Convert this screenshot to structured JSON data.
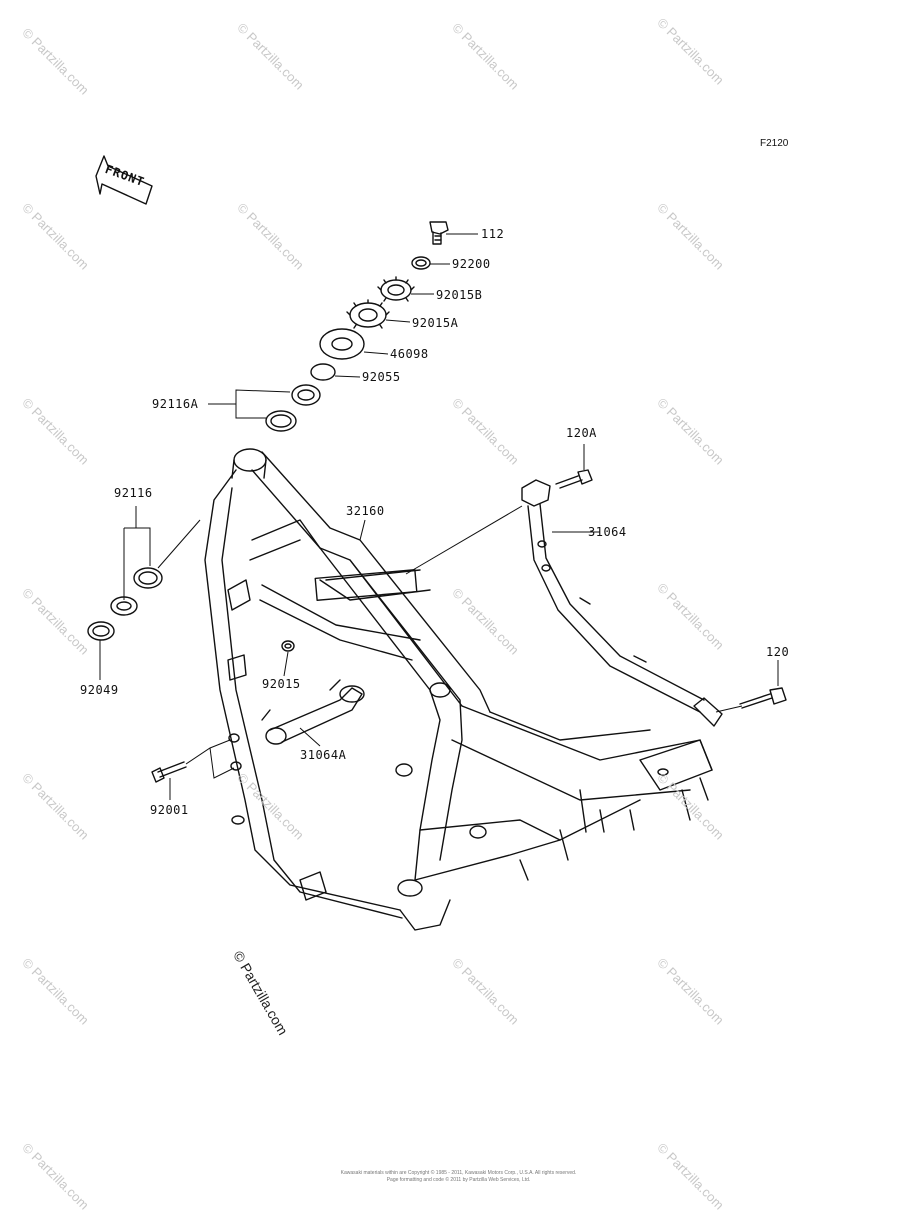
{
  "diagram_code": "F2120",
  "front_label": "FRONT",
  "watermark_text": "© Partzilla.com",
  "main_watermark": "© Partzilla.com",
  "copyright_lines": [
    "Kawasaki materials within are Copyright © 1985 - 2011, Kawasaki Motors Corp., U.S.A. All rights reserved.",
    "Page formatting and code © 2011 by Partzilla Web Services, Ltd."
  ],
  "parts": [
    {
      "id": "p112",
      "label": "112"
    },
    {
      "id": "p92200",
      "label": "92200"
    },
    {
      "id": "p92015B",
      "label": "92015B"
    },
    {
      "id": "p92015A",
      "label": "92015A"
    },
    {
      "id": "p46098",
      "label": "46098"
    },
    {
      "id": "p92055",
      "label": "92055"
    },
    {
      "id": "p92116A",
      "label": "92116A"
    },
    {
      "id": "p120A",
      "label": "120A"
    },
    {
      "id": "p32160",
      "label": "32160"
    },
    {
      "id": "p31064",
      "label": "31064"
    },
    {
      "id": "p92116",
      "label": "92116"
    },
    {
      "id": "p92049",
      "label": "92049"
    },
    {
      "id": "p92015",
      "label": "92015"
    },
    {
      "id": "p120",
      "label": "120"
    },
    {
      "id": "p31064A",
      "label": "31064A"
    },
    {
      "id": "p92001",
      "label": "92001"
    }
  ]
}
